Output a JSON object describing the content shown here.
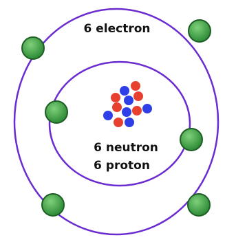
{
  "labels": {
    "electrons": "6 electron",
    "neutrons": "6 neutron",
    "protons": "6 proton"
  },
  "colors": {
    "orbit": "#6a2bd0",
    "electron_fill": "#2f8f3a",
    "electron_stroke": "#1d5e24",
    "proton": "#e8402f",
    "neutron": "#2f3fe8",
    "text": "#111111"
  },
  "nucleus": {
    "particle_types": [
      "proton",
      "neutron",
      "proton",
      "neutron",
      "proton",
      "neutron",
      "proton",
      "neutron",
      "proton",
      "neutron",
      "proton",
      "neutron"
    ]
  },
  "orbits": [
    {
      "name": "inner-shell",
      "electron_count": 2
    },
    {
      "name": "outer-shell",
      "electron_count": 4
    }
  ]
}
